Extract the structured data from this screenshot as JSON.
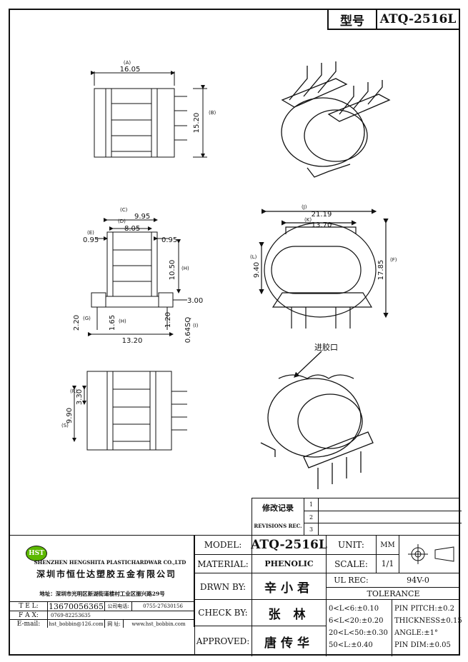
{
  "header": {
    "type_label": "型号",
    "part_no": "ATQ-2516L"
  },
  "dims": {
    "top_a": "16.05",
    "top_a_id": "(A)",
    "top_b": "15.20",
    "top_b_id": "(B)",
    "front_c": "9.95",
    "front_c_id": "(C)",
    "front_d": "8.05",
    "front_d_id": "(D)",
    "front_e": "0.95",
    "front_e_id": "(E)",
    "front_e2": "0.95",
    "front_h": "10.50",
    "front_h_id": "(H)",
    "front_3": "3.00",
    "front_g": "2.20",
    "front_g_id": "(G)",
    "front_165": "1.65",
    "front_165_id": "(H)",
    "front_120": "1.20",
    "front_064": "0.64SQ",
    "front_064_id": "(I)",
    "front_1320": "13.20",
    "side_j": "21.19",
    "side_j_id": "(J)",
    "side_k": "13.70",
    "side_k_id": "(K)",
    "side_l": "9.40",
    "side_l_id": "(L)",
    "side_f": "17.85",
    "side_f_id": "(F)",
    "bot_r": "3.30",
    "bot_r_id": "(R)",
    "bot_s": "9.90",
    "bot_s_id": "(S)",
    "gate": "进胶口"
  },
  "revisions": {
    "title": "修改记录",
    "subtitle": "REVISIONS REC.",
    "marks": [
      "1",
      "2",
      "3"
    ]
  },
  "company": {
    "logo": "HST",
    "name_en": "SHENZHEN HENGSHITA PLASTICHARDWAR CO.,LTD",
    "name_cn": "深圳市恒仕达塑胶五金有限公司",
    "address": "地址：深圳市光明区新湖街道楼村工业区振兴路29号",
    "tel_label": "T E L:",
    "tel": "13670056365",
    "phone_label": "公司电话:",
    "phone": "0755-27630156",
    "fax_label": "F A X:",
    "fax": "0769-82253635",
    "email_label": "E-mail:",
    "email": "hst_bobbin@126.com",
    "web_label": "网 址:",
    "web": "www.hst_bobbin.com"
  },
  "titleblock": {
    "model_label": "MODEL:",
    "model": "ATQ-2516L",
    "material_label": "MATERIAL:",
    "material": "PHENOLIC",
    "drawn_label": "DRWN BY:",
    "drawn": "辛小君",
    "check_label": "CHECK BY:",
    "check": "张 林",
    "approved_label": "APPROVED:",
    "approved": "唐传华",
    "unit_label": "UNIT:",
    "unit": "MM",
    "scale_label": "SCALE:",
    "scale": "1/1",
    "ul_label": "UL REC:",
    "ul": "94V-0",
    "tol_label": "TOLERANCE",
    "tol": [
      "0<L<6:±0.10",
      "6<L<20:±0.20",
      "20<L<50:±0.30",
      "50<L:±0.40"
    ],
    "pin": [
      "PIN PITCH:±0.2",
      "THICKNESS±0.15",
      "ANGLE:±1°",
      "PIN DIM:±0.05"
    ]
  }
}
